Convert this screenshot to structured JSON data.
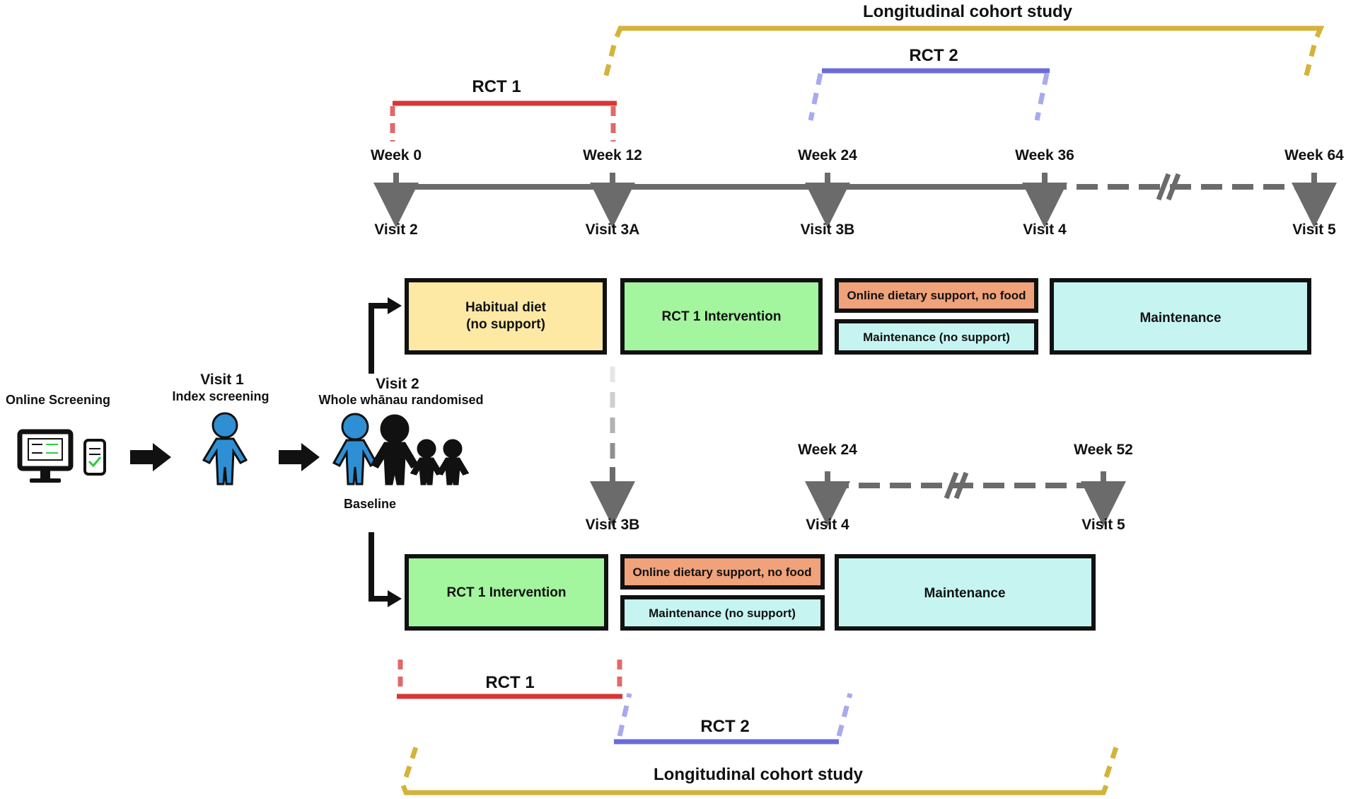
{
  "top": {
    "cohort_label": "Longitudinal cohort study",
    "rct1_label": "RCT 1",
    "rct2_label": "RCT 2",
    "weeks": [
      "Week 0",
      "Week 12",
      "Week 24",
      "Week 36",
      "Week 64"
    ],
    "visits": [
      "Visit 2",
      "Visit 3A",
      "Visit 3B",
      "Visit 4",
      "Visit 5"
    ],
    "boxes": {
      "habitual_line1": "Habitual diet",
      "habitual_line2": "(no support)",
      "rct1_intervention": "RCT 1 Intervention",
      "online_support": "Online dietary support, no food",
      "maintenance_no_support": "Maintenance (no support)",
      "maintenance": "Maintenance"
    }
  },
  "left": {
    "online_screening": "Online Screening",
    "visit1_title": "Visit 1",
    "visit1_sub": "Index screening",
    "visit2_title": "Visit 2",
    "visit2_sub": "Whole whānau randomised",
    "baseline": "Baseline"
  },
  "bottom": {
    "visit3b": "Visit 3B",
    "week24": "Week 24",
    "week52": "Week 52",
    "visit4": "Visit 4",
    "visit5": "Visit 5",
    "rct1_intervention": "RCT 1 Intervention",
    "online_support": "Online dietary support, no food",
    "maintenance_no_support": "Maintenance (no support)",
    "maintenance": "Maintenance",
    "rct1_label": "RCT 1",
    "rct2_label": "RCT 2",
    "cohort_label": "Longitudinal cohort study"
  },
  "colors": {
    "rct1": "#d93636",
    "rct2": "#6b6bdc",
    "cohort": "#d4b33a",
    "timeline": "#6b6b6b",
    "habitual": "#fde9a4",
    "intervention": "#a3f59e",
    "online_support": "#f0a27a",
    "maintenance": "#c6f5f1",
    "person_blue": "#2f8fd4"
  }
}
